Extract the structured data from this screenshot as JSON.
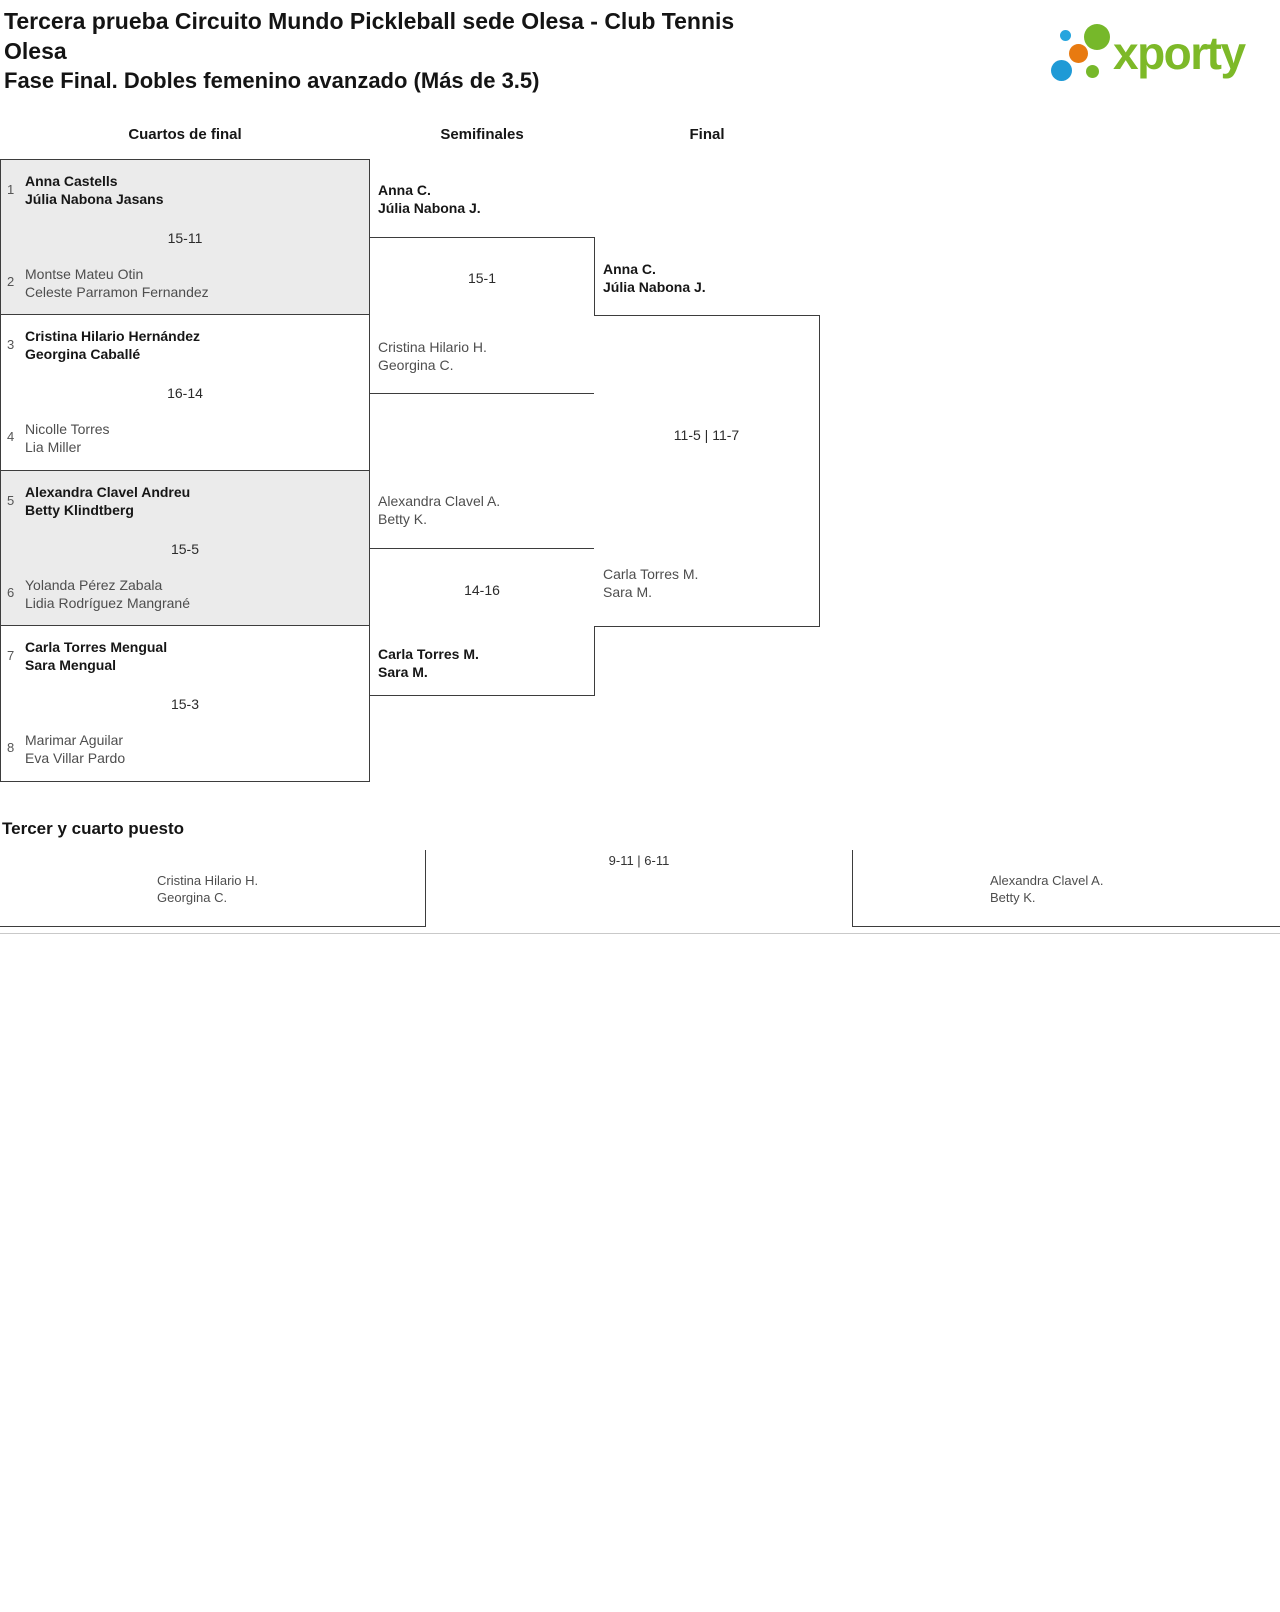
{
  "header": {
    "title_line1": "Tercera prueba Circuito Mundo Pickleball sede Olesa - Club Tennis",
    "title_line2": "Olesa",
    "subtitle": "Fase Final. Dobles femenino avanzado (Más de 3.5)"
  },
  "logo": {
    "brand": "xporty",
    "colors": {
      "green": "#7db928",
      "blue": "#25a5de",
      "dark_blue": "#1f9ad6",
      "orange": "#e87a10"
    }
  },
  "bracket": {
    "round_headers": [
      "Cuartos de final",
      "Semifinales",
      "Final"
    ],
    "quarterfinals": [
      {
        "seed_top": "1",
        "team_top": [
          "Anna Castells",
          "Júlia Nabona Jasans"
        ],
        "top_winner": true,
        "score": "15-11",
        "seed_bottom": "2",
        "team_bottom": [
          "Montse Mateu Otin",
          "Celeste Parramon Fernandez"
        ],
        "bottom_winner": false
      },
      {
        "seed_top": "3",
        "team_top": [
          "Cristina Hilario Hernández",
          "Georgina Caballé"
        ],
        "top_winner": true,
        "score": "16-14",
        "seed_bottom": "4",
        "team_bottom": [
          "Nicolle Torres",
          "Lia Miller"
        ],
        "bottom_winner": false
      },
      {
        "seed_top": "5",
        "team_top": [
          "Alexandra Clavel Andreu",
          "Betty Klindtberg"
        ],
        "top_winner": true,
        "score": "15-5",
        "seed_bottom": "6",
        "team_bottom": [
          "Yolanda Pérez Zabala",
          "Lidia Rodríguez Mangrané"
        ],
        "bottom_winner": false
      },
      {
        "seed_top": "7",
        "team_top": [
          "Carla Torres Mengual",
          "Sara Mengual"
        ],
        "top_winner": true,
        "score": "15-3",
        "seed_bottom": "8",
        "team_bottom": [
          "Marimar Aguilar",
          "Eva Villar Pardo"
        ],
        "bottom_winner": false
      }
    ],
    "semifinals": [
      {
        "team_top": [
          "Anna C.",
          "Júlia Nabona J."
        ],
        "top_winner": true,
        "score": "15-1",
        "team_bottom": [
          "Cristina Hilario H.",
          "Georgina C."
        ],
        "bottom_winner": false
      },
      {
        "team_top": [
          "Alexandra Clavel A.",
          "Betty K."
        ],
        "top_winner": false,
        "score": "14-16",
        "team_bottom": [
          "Carla Torres M.",
          "Sara M."
        ],
        "bottom_winner": true
      }
    ],
    "final": {
      "team_top": [
        "Anna C.",
        "Júlia Nabona J."
      ],
      "top_winner": true,
      "score": "11-5 | 11-7",
      "team_bottom": [
        "Carla Torres M.",
        "Sara M."
      ],
      "bottom_winner": false
    }
  },
  "third_place": {
    "heading": "Tercer y cuarto puesto",
    "team_left": [
      "Cristina Hilario H.",
      "Georgina C."
    ],
    "score": "9-11 | 6-11",
    "team_right": [
      "Alexandra Clavel A.",
      "Betty K."
    ]
  },
  "style": {
    "border_color": "#3d3d3d",
    "gray_fill": "#ebebeb",
    "winner_color": "#161616",
    "loser_color": "#4e4e4e"
  }
}
